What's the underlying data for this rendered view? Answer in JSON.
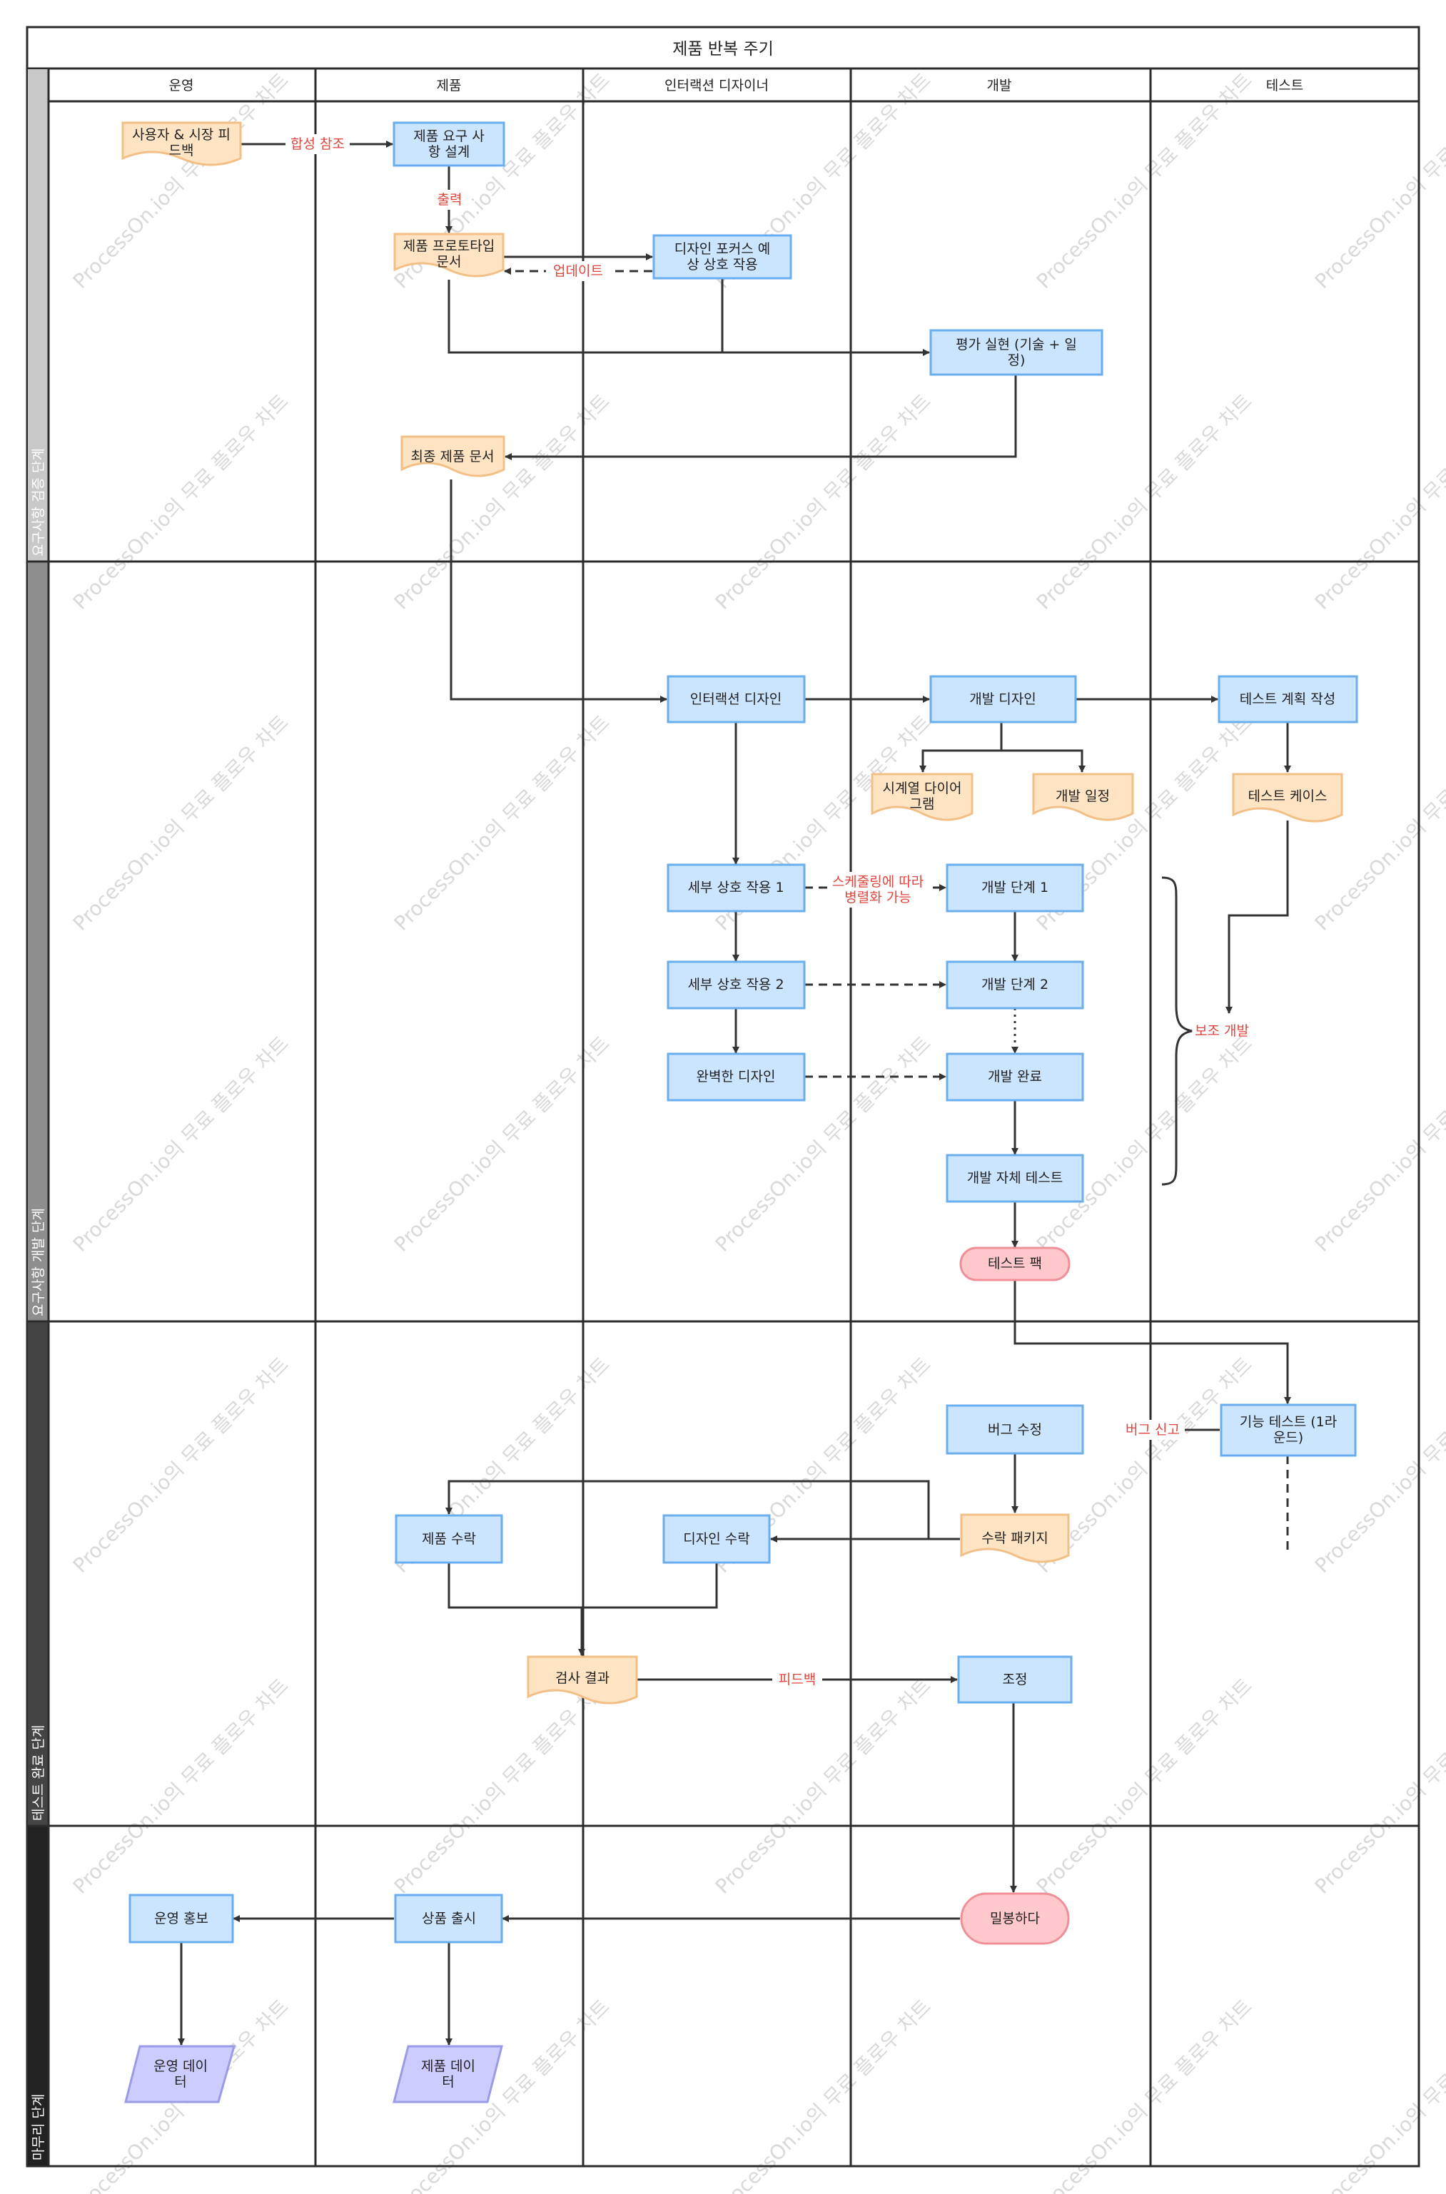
{
  "title": "제품 반복 주기",
  "lanes": [
    "운영",
    "제품",
    "인터랙션 디자이너",
    "개발",
    "테스트"
  ],
  "phases": [
    "요구사항 검증 단계",
    "요구사항 개발 단계",
    "테스트 완료 단계",
    "마무리 단계"
  ],
  "phase_colors": [
    "#c8c8c8",
    "#8e8e8e",
    "#444444",
    "#222222"
  ],
  "watermark": "ProcessOn.io의 무료 플로우 차트",
  "nodes": {
    "user_feedback": "사용자 & 시장 피\n드백",
    "req_design": "제품 요구 사\n항 설계",
    "prototype_doc": "제품 프로토타입\n문서",
    "design_focus": "디자인 포커스 예\n상 상호 작용",
    "evaluation": "평가 실현 (기술 + 일\n정)",
    "final_doc": "최종 제품 문서",
    "interaction_design": "인터랙션 디자인",
    "dev_design": "개발 디자인",
    "test_plan": "테스트 계획 작성",
    "sequence_diagram": "시계열 다이어\n그램",
    "dev_schedule": "개발 일정",
    "test_case": "테스트 케이스",
    "detail_1": "세부 상호 작용 1",
    "dev_stage_1": "개발 단계 1",
    "detail_2": "세부 상호 작용 2",
    "dev_stage_2": "개발 단계 2",
    "perfect_design": "완벽한 디자인",
    "dev_done": "개발 완료",
    "dev_self_test": "개발 자체 테스트",
    "test_pack": "테스트 팩",
    "func_test": "기능 테스트 (1라\n운드)",
    "bug_fix": "버그 수정",
    "product_accept": "제품 수락",
    "design_accept": "디자인 수락",
    "accept_package": "수락 패키지",
    "inspection": "검사 결과",
    "adjust": "조정",
    "ops_promo": "운영 홍보",
    "release": "상품 출시",
    "seal": "밀봉하다",
    "ops_data": "운영 데이\n터",
    "product_data": "제품 데이\n터"
  },
  "edge_labels": {
    "comprehensive_ref": "합성 참조",
    "output": "출력",
    "update": "업데이트",
    "parallel": "스케줄링에 따라\n병렬화 가능",
    "bug_report": "버그 신고",
    "feedback": "피드백",
    "aux_dev": "보조 개발"
  }
}
